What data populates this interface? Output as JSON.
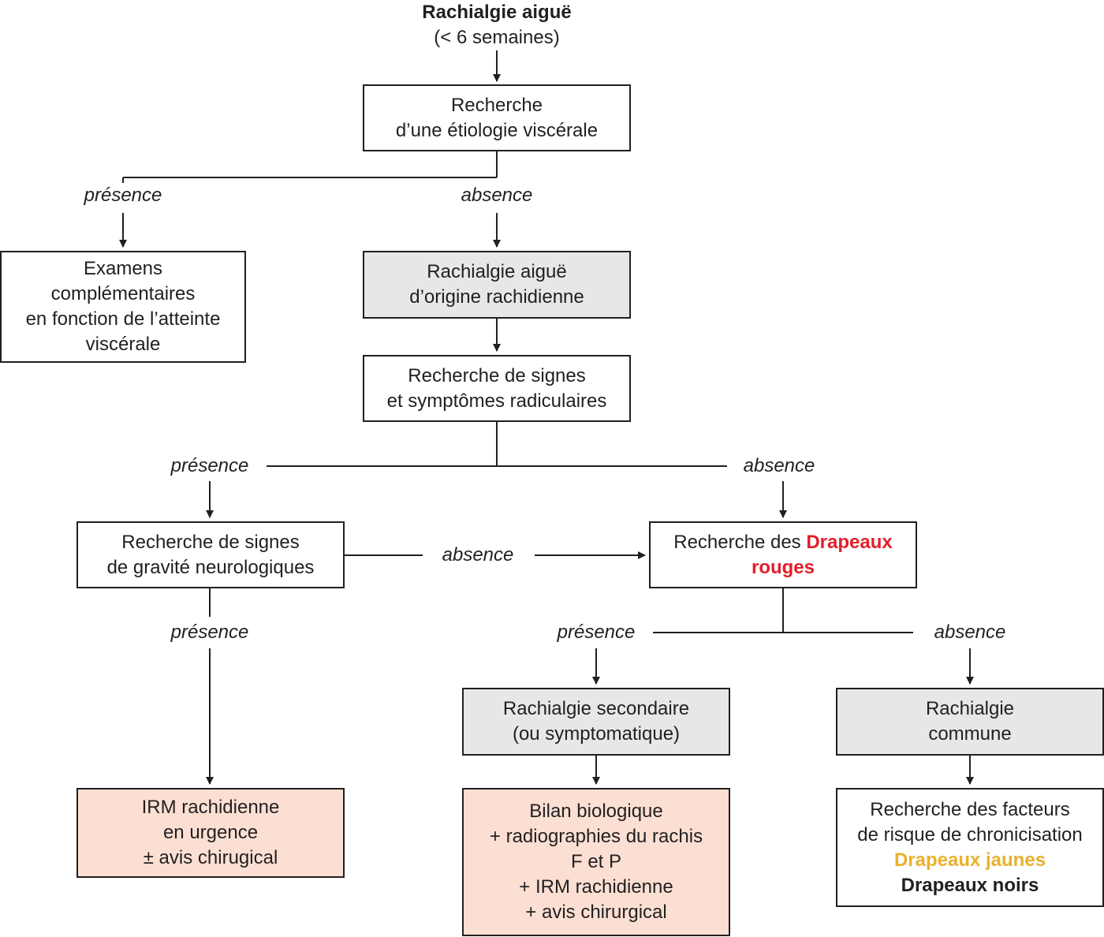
{
  "title": {
    "line1": "Rachialgie aiguë",
    "line2": "(< 6 semaines)"
  },
  "labels": {
    "presence": "présence",
    "absence": "absence"
  },
  "nodes": {
    "visceral_search": {
      "line1": "Recherche",
      "line2": "d’une étiologie viscérale"
    },
    "exams": {
      "line1": "Examens",
      "line2": "complémentaires",
      "line3": "en fonction de l’atteinte",
      "line4": "viscérale"
    },
    "spinal_origin": {
      "line1": "Rachialgie aiguë",
      "line2": "d’origine rachidienne"
    },
    "radicular_search": {
      "line1": "Recherche de signes",
      "line2": "et symptômes radiculaires"
    },
    "neuro_search": {
      "line1": "Recherche de signes",
      "line2": "de gravité neurologiques"
    },
    "red_flags": {
      "prefix": "Recherche des ",
      "flag_part1": "Drapeaux",
      "flag_part2": "rouges"
    },
    "irm": {
      "line1": "IRM rachidienne",
      "line2": "en urgence",
      "line3": "± avis chirugical"
    },
    "secondary": {
      "line1": "Rachialgie secondaire",
      "line2": "(ou symptomatique)"
    },
    "common": {
      "line1": "Rachialgie",
      "line2": "commune"
    },
    "bilan": {
      "line1": "Bilan biologique",
      "line2": "+ radiographies du rachis",
      "line3": "F et P",
      "line4": "+ IRM rachidienne",
      "line5": "+ avis chirurgical"
    },
    "chronic": {
      "line1": "Recherche des facteurs",
      "line2": "de risque de chronicisation",
      "line3": "Drapeaux jaunes",
      "line4": "Drapeaux noirs"
    }
  },
  "colors": {
    "grey_box": "#e6e7e8",
    "pink_box": "#fbdfd3",
    "red_flag": "#e31e2b",
    "yellow_flag": "#e9b12d",
    "line": "#231f20"
  }
}
